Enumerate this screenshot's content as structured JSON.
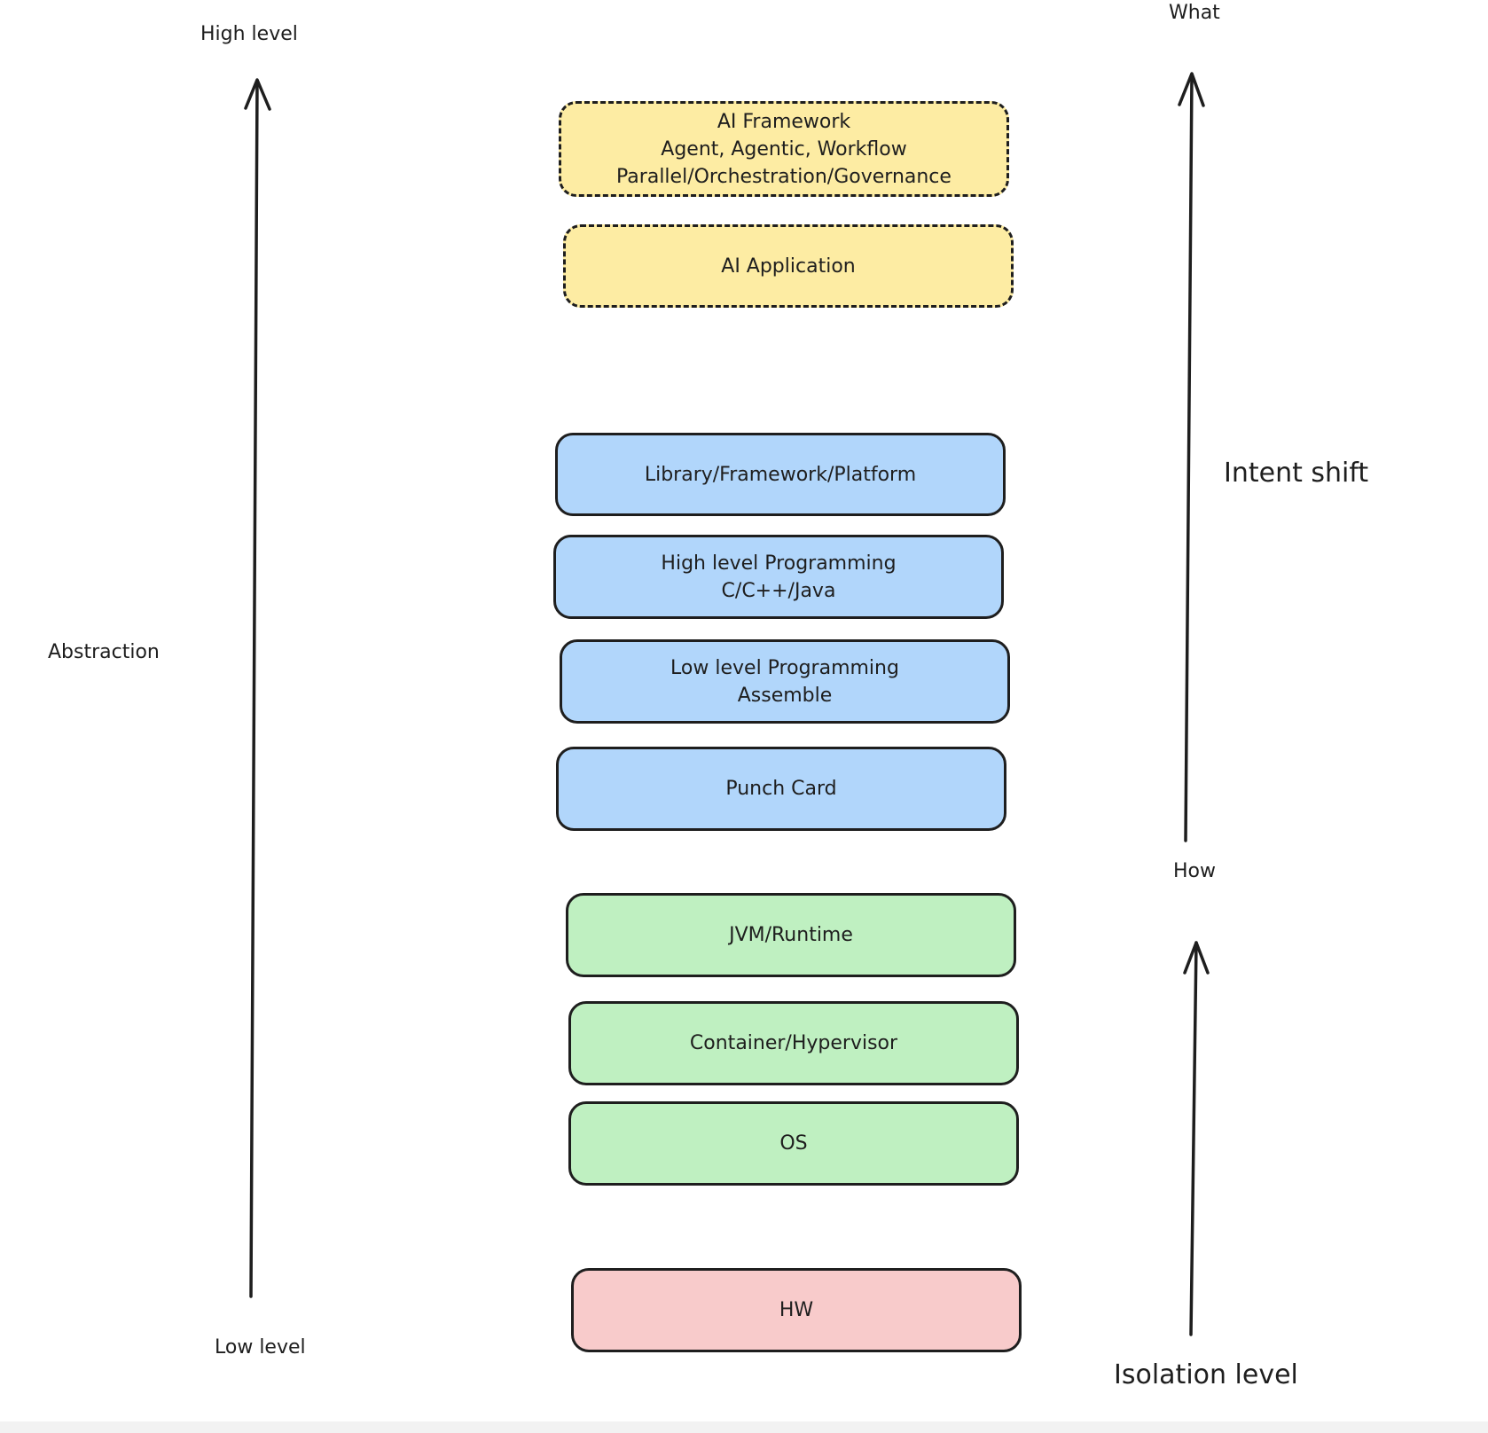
{
  "left_axis": {
    "top_label": "High level",
    "bottom_label": "Low level",
    "name": "Abstraction"
  },
  "right_axis": {
    "top_label": "What",
    "middle_label": "How",
    "upper_name": "Intent shift",
    "lower_name": "Isolation level"
  },
  "layers": {
    "ai_framework": [
      "AI Framework",
      "Agent, Agentic, Workflow",
      "Parallel/Orchestration/Governance"
    ],
    "ai_application": [
      "AI Application"
    ],
    "library": [
      "Library/Framework/Platform"
    ],
    "high_level_programming": [
      "High level Programming",
      "C/C++/Java"
    ],
    "low_level_programming": [
      "Low level Programming",
      "Assemble"
    ],
    "punch_card": [
      "Punch Card"
    ],
    "jvm_runtime": [
      "JVM/Runtime"
    ],
    "container": [
      "Container/Hypervisor"
    ],
    "os": [
      "OS"
    ],
    "hw": [
      "HW"
    ]
  },
  "colors": {
    "ai_layer": "#fdeca3",
    "software_layer": "#b1d6fb",
    "runtime_layer": "#bff0c1",
    "hardware_layer": "#f8cbcb",
    "stroke": "#1e1e1e"
  }
}
